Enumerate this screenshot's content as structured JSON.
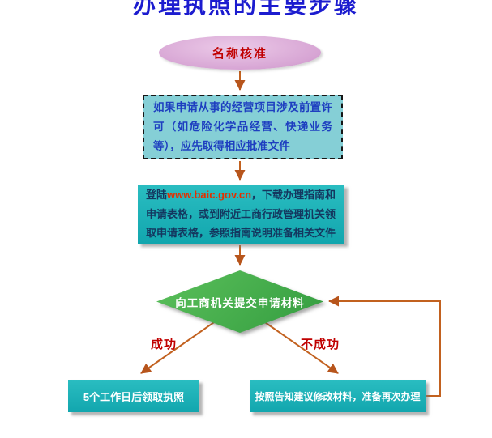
{
  "title": "办理执照的主要步骤",
  "flow": {
    "start": "名称核准",
    "note": "如果申请从事的经营项目涉及前置许可（如危险化学品经营、快递业务等），应先取得相应批准文件",
    "download": {
      "prefix": "登陆",
      "url": "www.baic.gov.cn",
      "suffix": "，下载办理指南和申请表格，或到附近工商行政管理机关领取申请表格，参照指南说明准备相关文件"
    },
    "decision": "向工商机关提交申请材料",
    "branches": {
      "success": "成功",
      "fail": "不成功"
    },
    "success_result": "5个工作日后领取执照",
    "fail_result": "按照告知建议修改材料，准备再次办理"
  },
  "colors": {
    "title_blue": "#1c1ccf",
    "teal_box": "#17abb2",
    "note_fill": "#85cfd6",
    "ellipse_fill": "#d7a5d4",
    "diamond_green": "#3fa94a",
    "arrow_orange": "#c2611f",
    "red_text": "#c00000",
    "note_text_blue": "#1e3fc0",
    "url_red": "#e33000",
    "white_text": "#ffffff"
  }
}
